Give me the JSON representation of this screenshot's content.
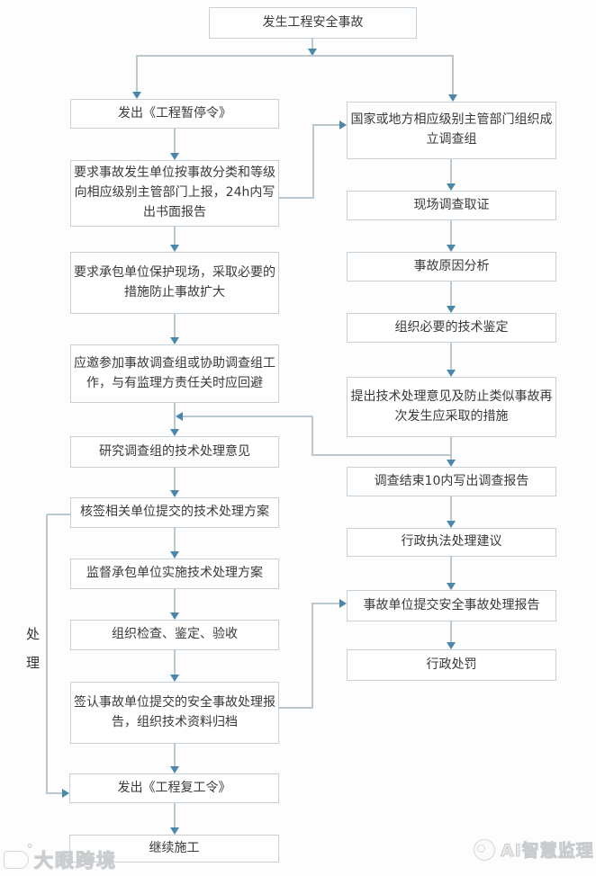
{
  "nodes": {
    "start": "发生工程安全事故",
    "issue_suspension": "发出《工程暂停令》",
    "report_24h": "要求事故发生单位按事故分类和等级向相应级别主管部门上报，24h内写出书面报告",
    "protect_site": "要求承包单位保护现场，采取必要的措施防止事故扩大",
    "join_investigation": "应邀参加事故调查组或协助调查组工作，与有监理方责任关时应回避",
    "study_opinion": "研究调查组的技术处理意见",
    "countersign_plan": "核签相关单位提交的技术处理方案",
    "supervise_plan": "监督承包单位实施技术处理方案",
    "organize_inspection": "组织检查、鉴定、验收",
    "sign_report_archive": "签认事故单位提交的安全事故处理报告，组织技术资料归档",
    "issue_resume": "发出《工程复工令》",
    "continue_construction": "继续施工",
    "form_team": "国家或地方相应级别主管部门组织成立调查组",
    "site_evidence": "现场调查取证",
    "cause_analysis": "事故原因分析",
    "technical_appraisal": "组织必要的技术鉴定",
    "propose_measures": "提出技术处理意见及防止类似事故再次发生应采取的措施",
    "investigation_report": "调查结束10内写出调查报告",
    "enforcement_suggestion": "行政执法处理建议",
    "submit_report": "事故单位提交安全事故处理报告",
    "admin_penalty": "行政处罚"
  },
  "labels": {
    "phase": "处理"
  },
  "watermarks": {
    "bottom_left": "大眼跨境",
    "bottom_right": "AI智慧监理"
  },
  "colors": {
    "line": "#bac7cf",
    "arrow": "#4b87ab",
    "box-border": "#c5d0d8",
    "text": "#37393c"
  }
}
